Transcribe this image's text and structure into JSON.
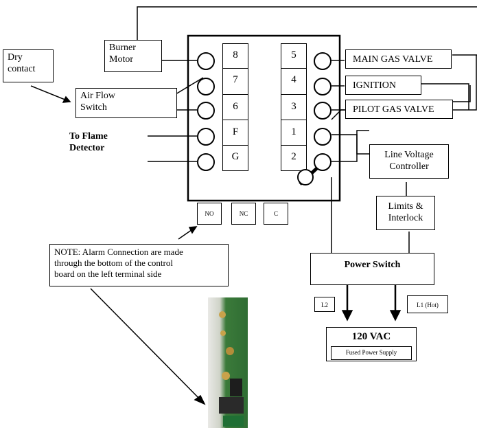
{
  "labels": {
    "burner_motor": [
      "Burner",
      "Motor"
    ],
    "dry_contact": [
      "Dry",
      "contact"
    ],
    "air_flow_switch": [
      "Air Flow",
      "Switch"
    ],
    "to_flame_detector": [
      "To Flame",
      "Detector"
    ],
    "main_gas_valve": "MAIN GAS VALVE",
    "ignition": "IGNITION",
    "pilot_gas_valve": "PILOT GAS VALVE",
    "line_voltage_controller": [
      "Line Voltage",
      "Controller"
    ],
    "limits_interlock": [
      "Limits &",
      "Interlock"
    ],
    "power_switch": "Power Switch",
    "l2": "L2",
    "l1_hot": "L1 (Hot)",
    "vac": "120 VAC",
    "fused_power_supply": "Fused Power Supply",
    "note": [
      "NOTE: Alarm Connection are made",
      "through the bottom of the control",
      "board on the left terminal side"
    ]
  },
  "left_terminals": [
    "8",
    "7",
    "6",
    "F",
    "G"
  ],
  "right_terminals": [
    "5",
    "4",
    "3",
    "1",
    "2"
  ],
  "alarm_terminals": [
    "NO",
    "NC",
    "C"
  ]
}
